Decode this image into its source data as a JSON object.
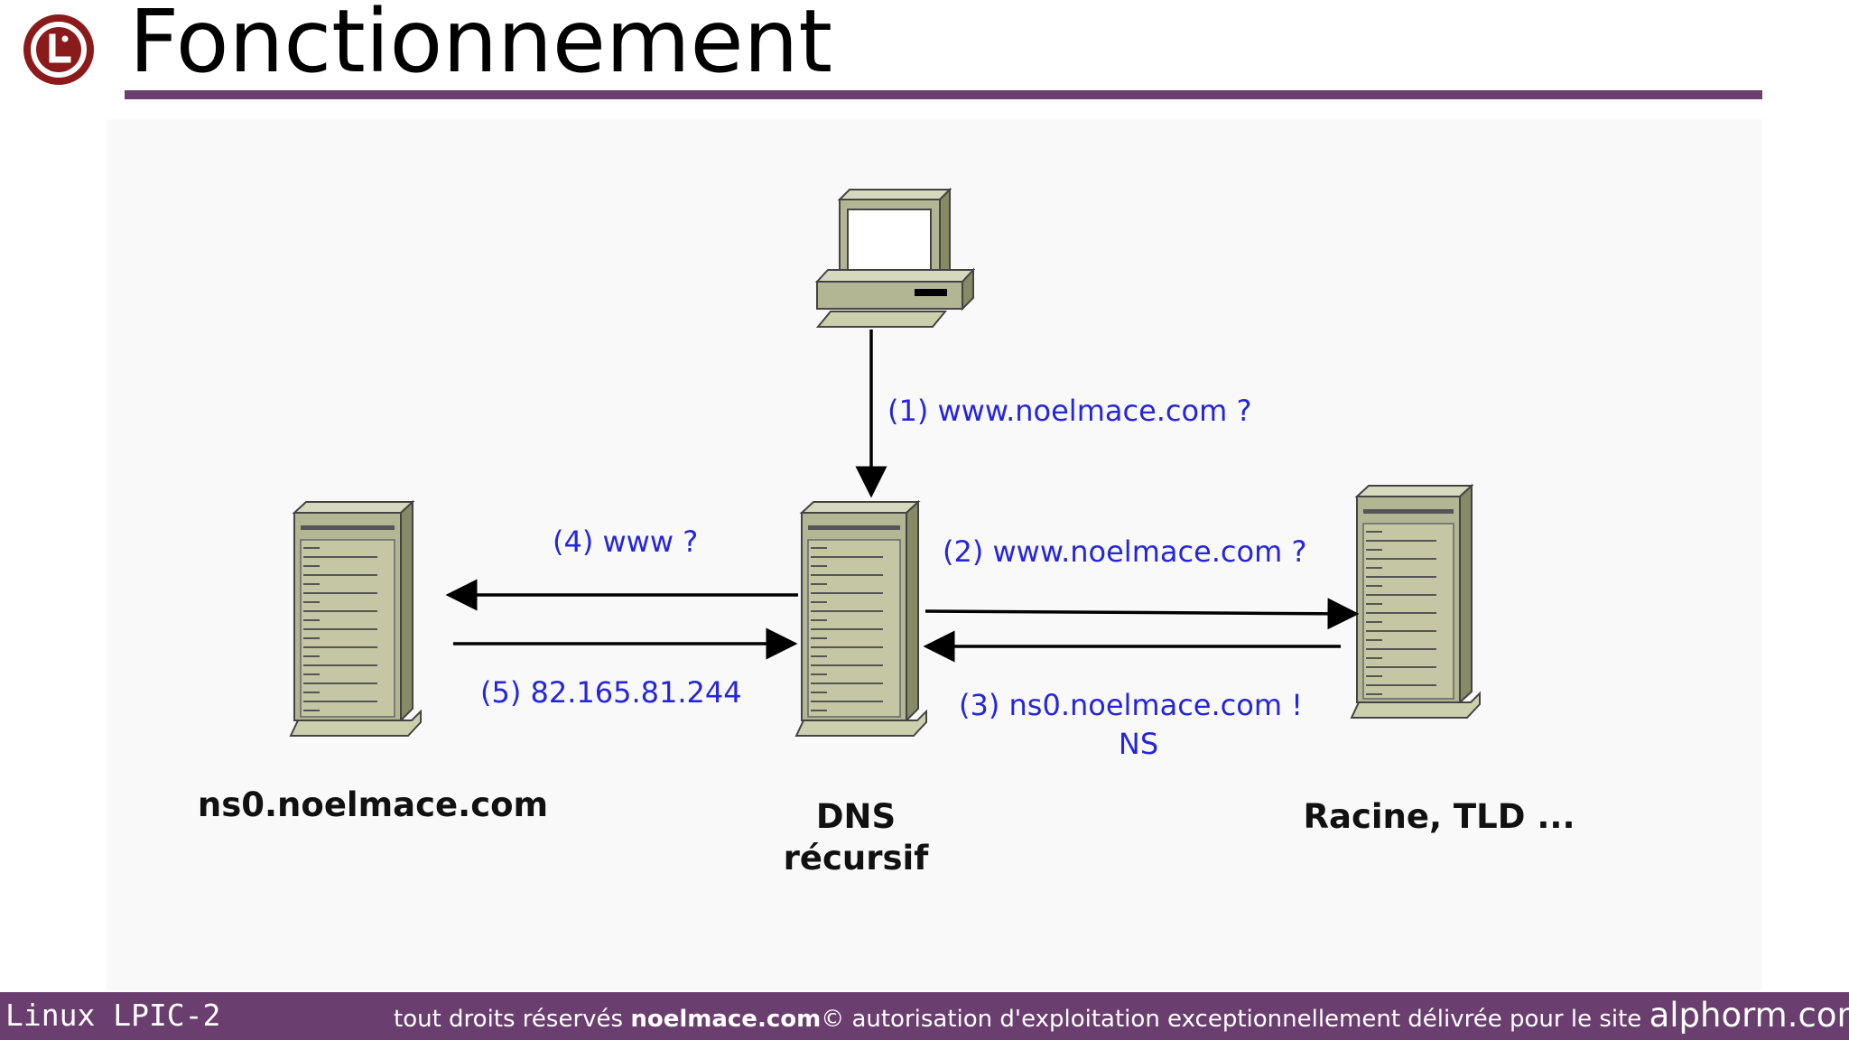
{
  "slide": {
    "title": "Fonctionnement"
  },
  "diagram": {
    "query_1": "(1) www.noelmace.com ?",
    "query_2": "(2) www.noelmace.com ?",
    "answer_3_line1": "(3) ns0.noelmace.com !",
    "answer_3_line2": "NS",
    "query_4": "(4) www ?",
    "answer_5": "(5) 82.165.81.244",
    "node_left": "ns0.noelmace.com",
    "node_center_line1": "DNS",
    "node_center_line2": "récursif",
    "node_right": "Racine, TLD ..."
  },
  "footer": {
    "course": "Linux LPIC-2",
    "rights_prefix": "tout droits réservés ",
    "rights_owner": "noelmace.com",
    "rights_suffix": "© autorisation d'exploitation exceptionnellement délivrée pour le site ",
    "site": "alphorm.com"
  },
  "colors": {
    "accent": "#6a3e6e",
    "logo": "#8b1a1a",
    "label": "#2525dd"
  },
  "icons": [
    "logo-icon",
    "computer-icon",
    "server-icon"
  ]
}
